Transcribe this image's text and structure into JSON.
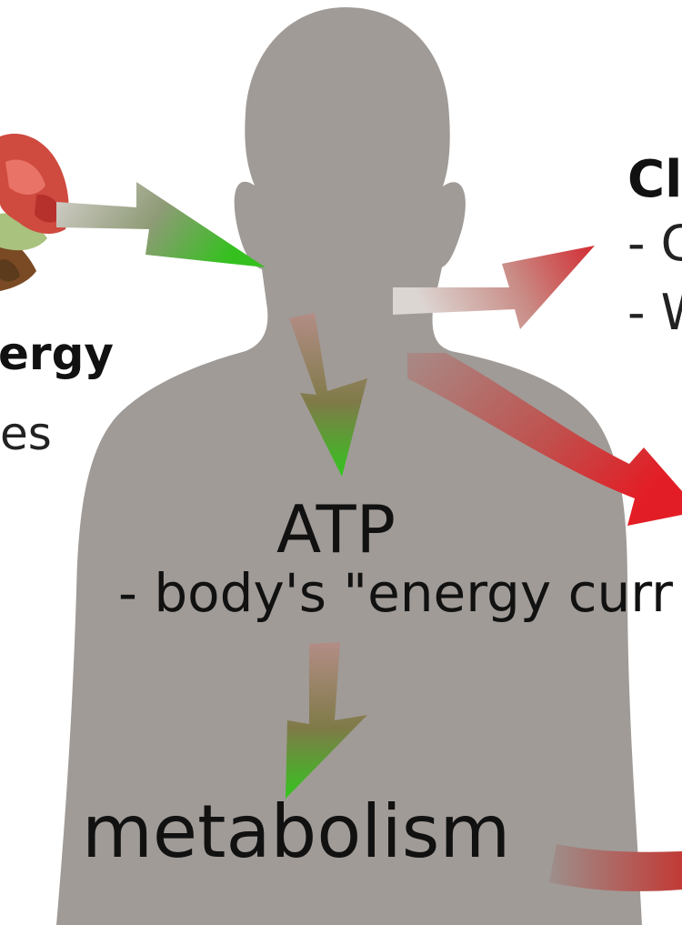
{
  "labels": {
    "energy_title": "ergy",
    "energy_sub": "es",
    "right_title": "Cl",
    "right_item1": "- C",
    "right_item2": "- W",
    "atp_title": "ATP",
    "atp_desc": "- body's \"energy curr",
    "metabolism": "metabolism"
  },
  "colors": {
    "silhouette": "#a09b97",
    "green_arrow": "#3fbf2a",
    "red_arrow": "#d8262a",
    "arrow_start": "#c8c2bf"
  }
}
